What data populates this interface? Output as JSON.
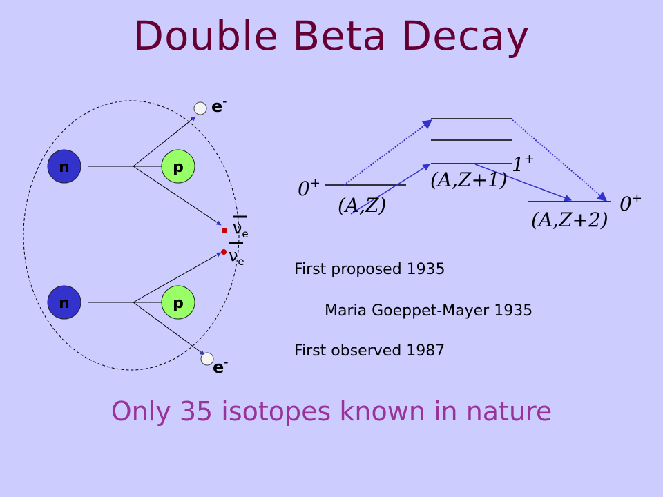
{
  "title": "Double Beta Decay",
  "particles": {
    "neutron": "n",
    "proton": "p",
    "electron": "e",
    "electron_sup": "-",
    "neutrino": "ν",
    "neutrino_sub": "e"
  },
  "levels": {
    "initial_spin": "0",
    "initial_label": "(A,Z)",
    "intermediate_spin": "1",
    "intermediate_label": "(A,Z+1)",
    "final_spin": "0",
    "final_label": "(A,Z+2)",
    "spin_sup": "+"
  },
  "info": {
    "line1": "First proposed 1935",
    "line2": "Maria Goeppet-Mayer 1935",
    "line3": "First observed 1987"
  },
  "footer": "Only 35 isotopes known in nature",
  "colors": {
    "title": "#660033",
    "background": "#ccccff",
    "neutron_fill": "#3333cc",
    "proton_fill": "#99ff66",
    "arrow": "#3333cc",
    "neutrino_dot": "#cc0000",
    "footer": "#993399"
  }
}
